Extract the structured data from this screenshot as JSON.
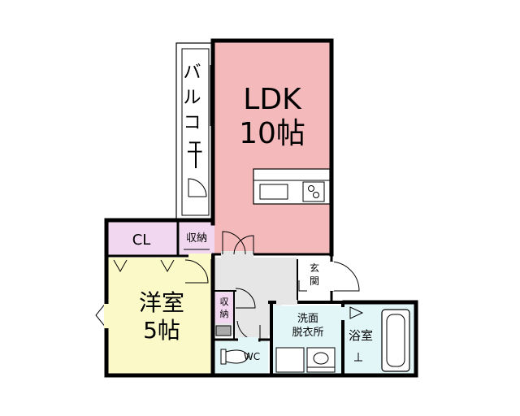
{
  "rooms": {
    "ldk": {
      "name": "LDK",
      "size": "10帖",
      "color": "#f4b9bb"
    },
    "western": {
      "name": "洋室",
      "size": "5帖",
      "color": "#fbf9c8"
    },
    "closet": {
      "name": "CL",
      "color": "#f1d7ef"
    },
    "storage_top": {
      "name": "収納",
      "color": "#f1d7ef"
    },
    "storage_side": {
      "name": "収納",
      "color": "#f1d7ef"
    },
    "entrance": {
      "name": "玄関"
    },
    "washroom": {
      "name_line1": "洗面",
      "name_line2": "脱衣所",
      "color": "#e2f6f8"
    },
    "bath": {
      "name": "浴室",
      "color": "#e2f6f8"
    },
    "wc": {
      "name": "WC",
      "color": "#e2f6f8"
    },
    "hall": {
      "color": "#e6e6e6"
    }
  },
  "balcony": {
    "label": "バルコニー"
  },
  "colors": {
    "wall": "#000000"
  }
}
